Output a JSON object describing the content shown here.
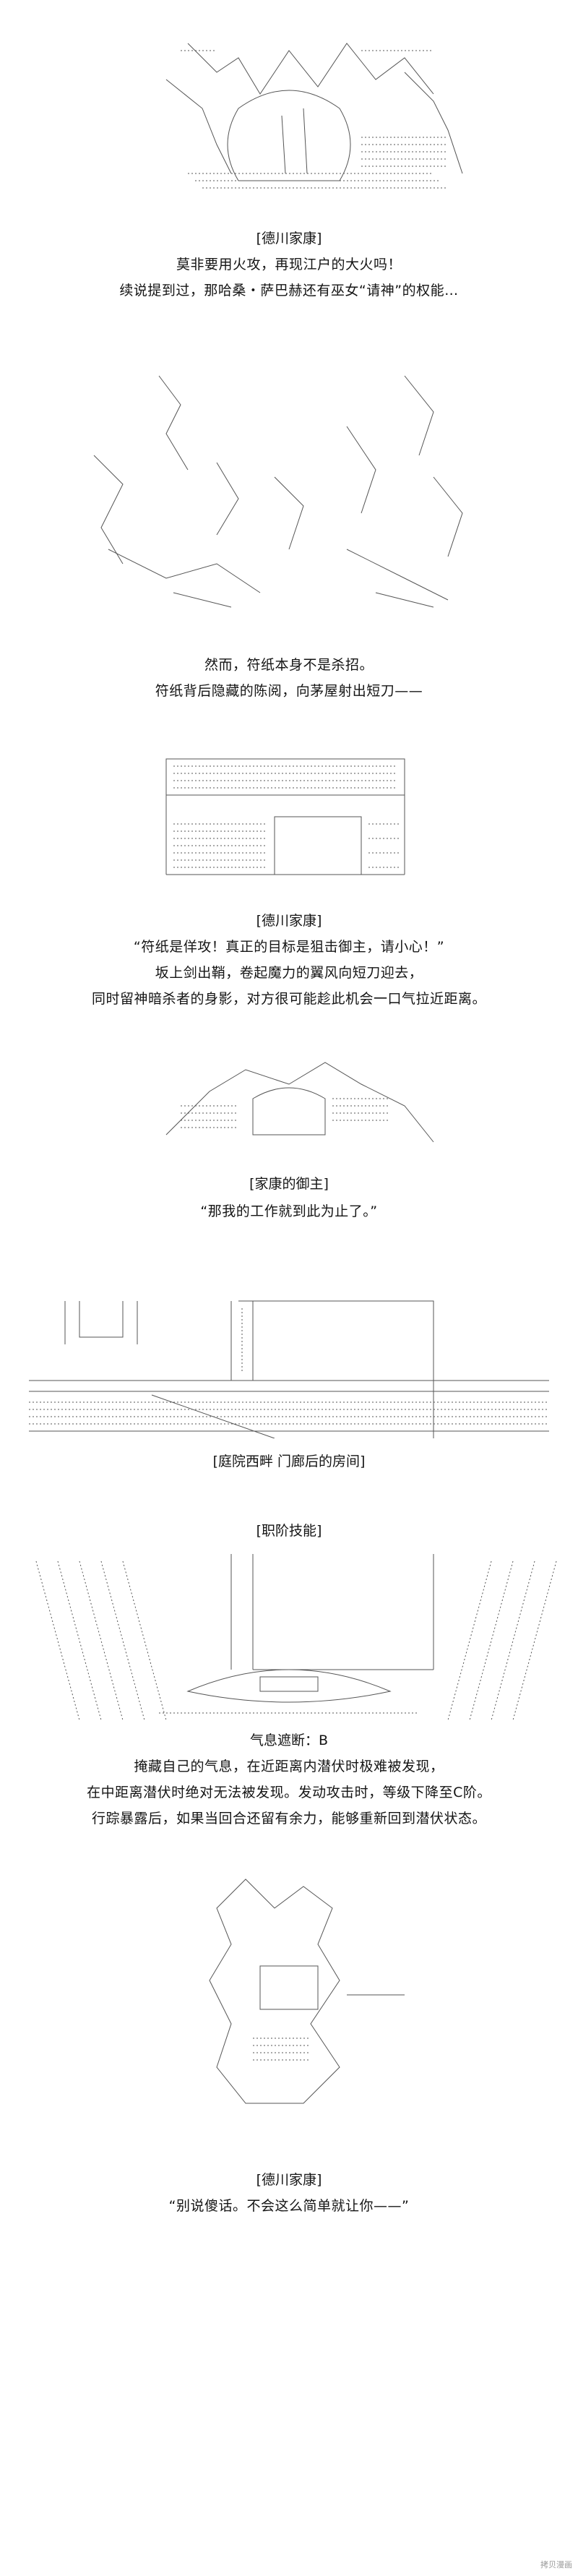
{
  "panels": [
    {
      "label": "[德川家康]",
      "lines": [
        "莫非要用火攻，再现江户的大火吗！",
        "续说提到过，那哈桑・萨巴赫还有巫女“请神”的权能…"
      ]
    },
    {
      "label": "",
      "lines": [
        "然而，符纸本身不是杀招。",
        "符纸背后隐藏的陈阅，向茅屋射出短刀——"
      ]
    },
    {
      "label": "[德川家康]",
      "lines": [
        "“符纸是佯攻！真正的目标是狙击御主，请小心！”",
        "坂上剑出鞘，卷起魔力的翼风向短刀迎去，",
        "同时留神暗杀者的身影，对方很可能趁此机会一口气拉近距离。"
      ]
    },
    {
      "label": "[家康的御主]",
      "lines": [
        "“那我的工作就到此为止了。”"
      ]
    },
    {
      "label": "[庭院西畔 门廊后的房间]",
      "lines": []
    },
    {
      "label": "[职阶技能]",
      "lines": []
    },
    {
      "label": "气息遮断：B",
      "lines": [
        "掩藏自己的气息，在近距离内潜伏时极难被发现，",
        "在中距离潜伏时绝对无法被发现。发动攻击时，等级下降至C阶。",
        "行踪暴露后，如果当回合还留有余力，能够重新回到潜伏状态。"
      ]
    },
    {
      "label": "[德川家康]",
      "lines": [
        "“别说傻话。不会这么简单就让你——”"
      ]
    }
  ],
  "watermark": "拷贝漫画"
}
